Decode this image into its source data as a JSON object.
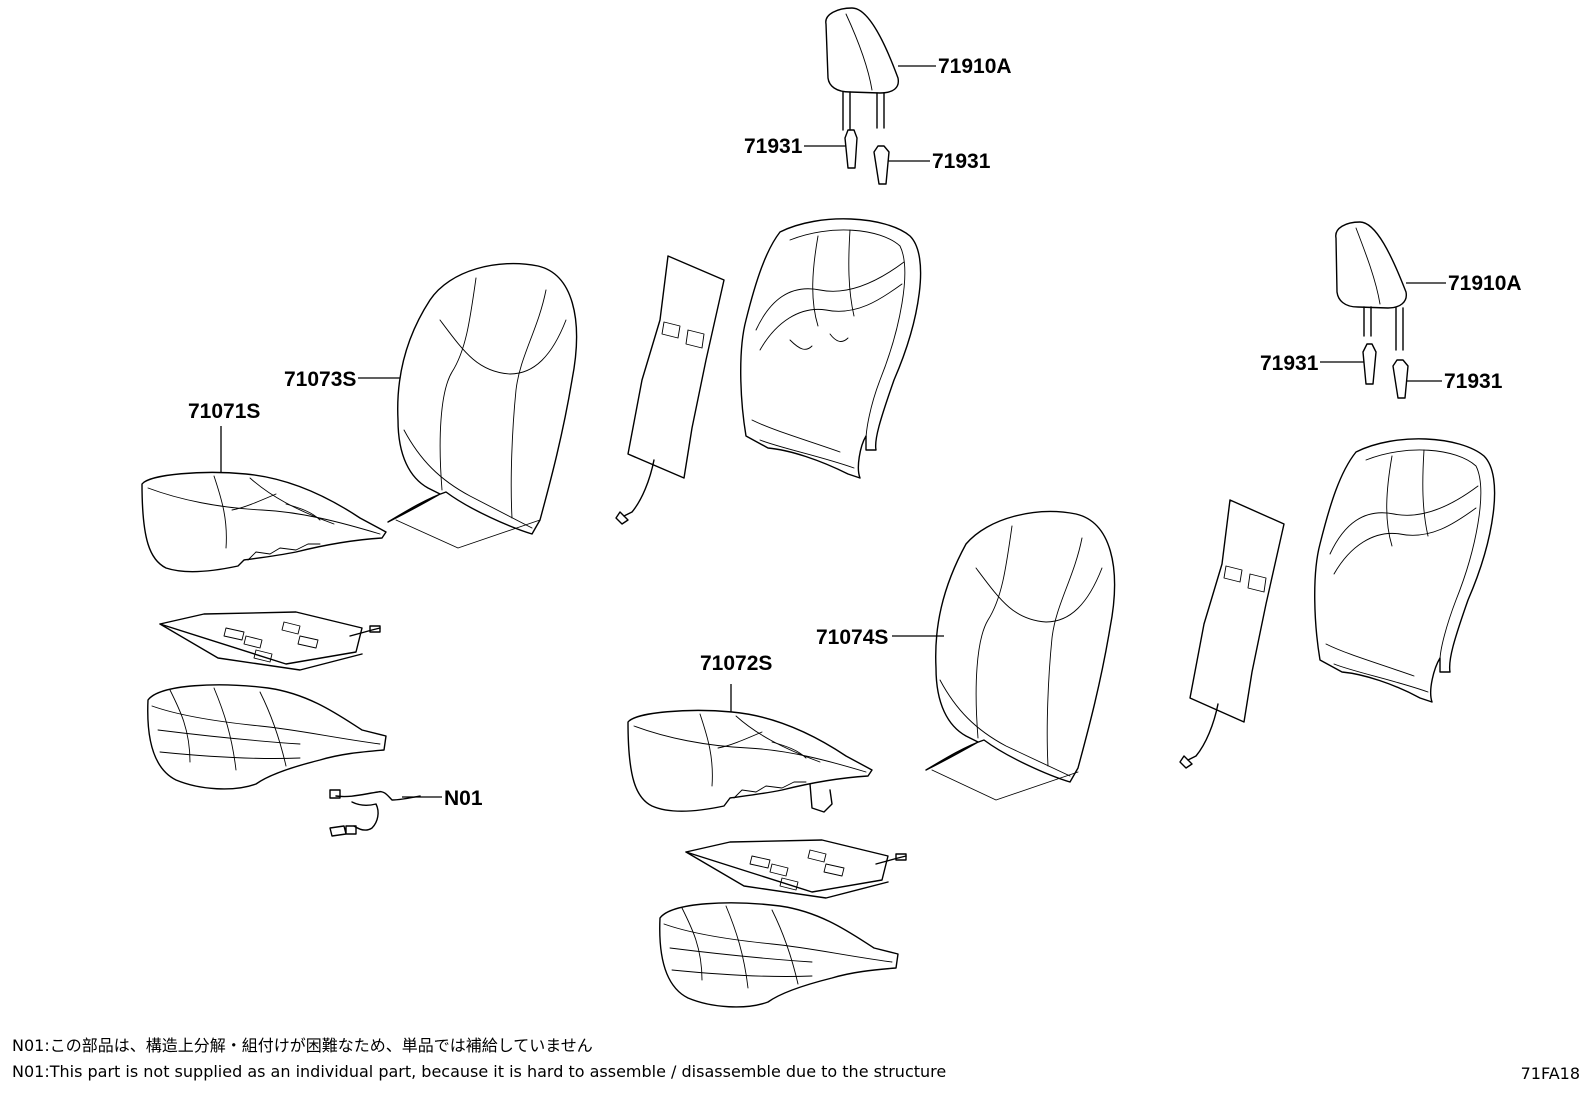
{
  "labels": {
    "headrest_1": "71910A",
    "headrest_2": "71910A",
    "guide_1": "71931",
    "guide_2": "71931",
    "guide_3": "71931",
    "guide_4": "71931",
    "back_cover_left": "71073S",
    "back_cover_right": "71074S",
    "cushion_cover_left": "71071S",
    "cushion_cover_right": "71072S",
    "harness": "N01"
  },
  "notes": {
    "jp": "N01:この部品は、構造上分解・組付けが困難なため、単品では補給していません",
    "en": "N01:This part is not supplied as an individual part, because it is hard to assemble / disassemble due to the structure"
  },
  "diagram_code": "71FA18"
}
